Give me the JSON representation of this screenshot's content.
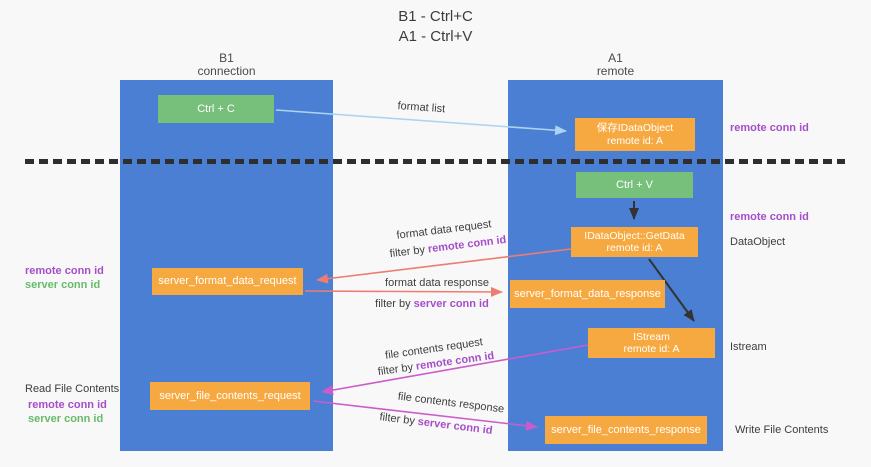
{
  "title": {
    "line1": "B1 - Ctrl+C",
    "line2": "A1 - Ctrl+V"
  },
  "lifelines": {
    "left": {
      "name": "B1",
      "role": "connection"
    },
    "right": {
      "name": "A1",
      "role": "remote"
    }
  },
  "boxes": {
    "ctrl_c": "Ctrl + C",
    "ctrl_v": "Ctrl + V",
    "save_dataobject_line1": "保存IDataObject",
    "save_dataobject_line2": "remote id: A",
    "getdata_line1": "IDataObject::GetData",
    "getdata_line2": "remote id: A",
    "istream_line1": "IStream",
    "istream_line2": "remote id: A",
    "format_request": "server_format_data_request",
    "format_response": "server_format_data_response",
    "file_request": "server_file_contents_request",
    "file_response": "server_file_contents_response"
  },
  "arrows": {
    "format_list": "format list",
    "format_data_request": "format data request",
    "format_data_response": "format data response",
    "file_contents_request": "file contents request",
    "file_contents_response": "file contents response",
    "filter_by": "filter by",
    "remote_conn_id": "remote conn id",
    "server_conn_id": "server conn id"
  },
  "side_labels": {
    "remote_conn_id": "remote conn id",
    "server_conn_id": "server conn id",
    "dataobject": "DataObject",
    "istream": "Istream",
    "read_file_contents": "Read File Contents",
    "write_file_contents": "Write File Contents"
  },
  "colors": {
    "column_blue": "#4a7fd4",
    "box_green": "#76c07c",
    "box_orange": "#f7a941",
    "purple": "#a64ec9",
    "green_label": "#66bb6a",
    "arrow_blue": "#a9d5f2",
    "arrow_red": "#ed7d72",
    "arrow_magenta": "#cb5ccb",
    "arrow_black": "#333333"
  }
}
